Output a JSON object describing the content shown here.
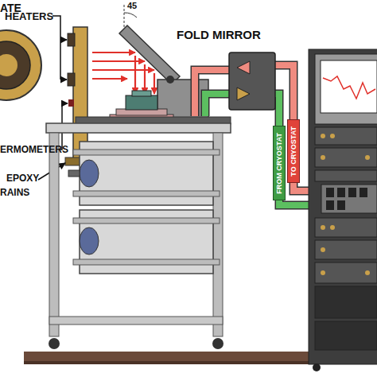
{
  "diagram": {
    "nodes": [
      {
        "text": [
          "TO CRYOSTAT"
        ]
      },
      {
        "text": [
          "FROM CRYOSTAT"
        ]
      }
    ],
    "labels": [
      "ATE",
      "HEATERS",
      "ERMOMETERS",
      "EPOXY",
      "RAINS",
      "45",
      "FOLD MIRROR"
    ]
  }
}
